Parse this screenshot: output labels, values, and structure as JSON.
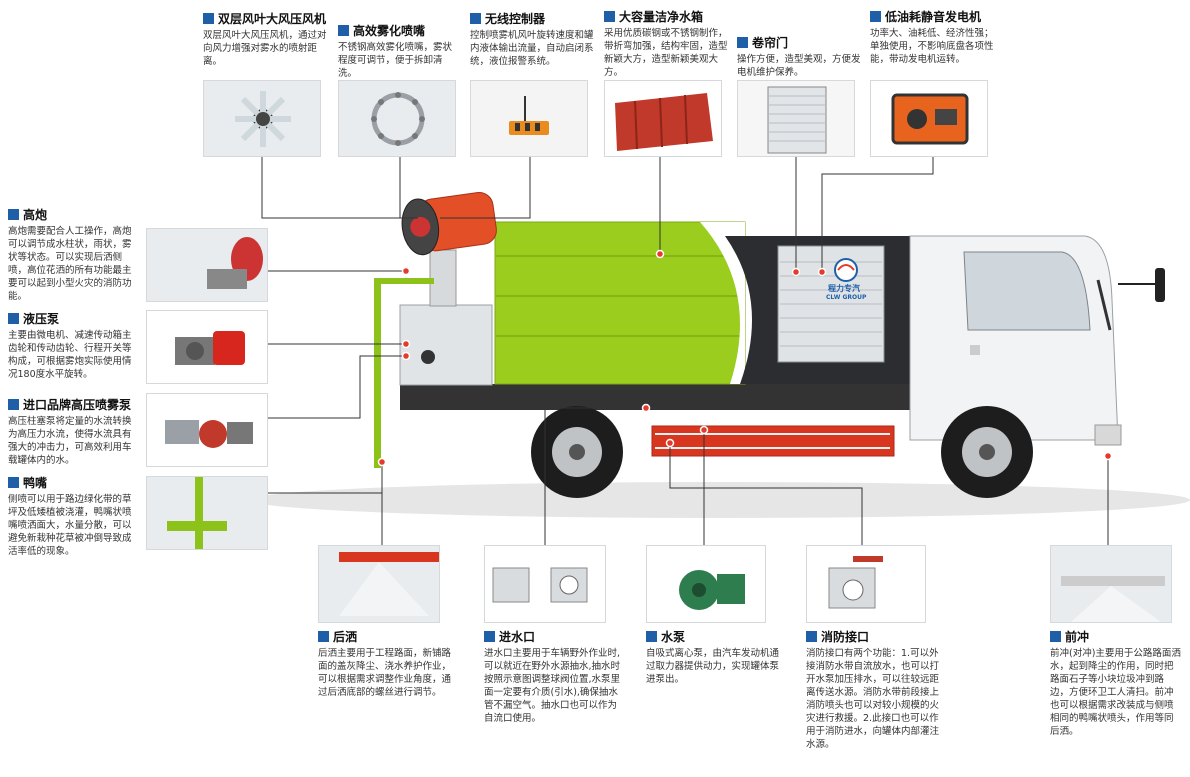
{
  "callouts": {
    "fan": {
      "title": "双层风叶大风压风机",
      "desc": "双层风叶大风压风机，通过对向风力增强对雾水的喷射距离。"
    },
    "nozzle": {
      "title": "高效雾化喷嘴",
      "desc": "不锈钢高效雾化喷嘴，雾状程度可调节，便于拆卸清洗。"
    },
    "wireless": {
      "title": "无线控制器",
      "desc": "控制喷雾机风叶旋转速度和罐内液体输出流量，自动启闭系统，液位报警系统。"
    },
    "tank": {
      "title": "大容量洁净水箱",
      "desc": "采用优质碳钢或不锈钢制作，带折弯加强，结构牢固，造型新颖大方，造型新颖美观大方。"
    },
    "shutter": {
      "title": "卷帘门",
      "desc": "操作方便，造型美观，方便发电机维护保养。"
    },
    "generator": {
      "title": "低油耗静音发电机",
      "desc": "功率大、油耗低、经济性强；单独使用，不影响底盘各项性能，带动发电机运转。"
    },
    "cannon": {
      "title": "高炮",
      "desc": "高炮需要配合人工操作，高炮可以调节成水柱状，雨状，雾状等状态。可以实现后洒侧喷，高位花洒的所有功能最主要可以起到小型火灾的消防功能。"
    },
    "hydraulic": {
      "title": "液压泵",
      "desc": "主要由微电机、减速传动箱主齿轮和传动齿轮、行程开关等构成，可根据雾炮实际使用情况180度水平旋转。"
    },
    "highpump": {
      "title": "进口品牌高压喷雾泵",
      "desc": "高压柱塞泵将定量的水流转换为高压力水流，使得水流具有强大的冲击力，可高效利用车载罐体内的水。"
    },
    "duckbill": {
      "title": "鸭嘴",
      "desc": "侧喷可以用于路边绿化带的草坪及低矮植被浇灌，鸭嘴状喷嘴喷洒面大，水量分散，可以避免新栽种花草被冲倒导致成活率低的现象。"
    },
    "rear": {
      "title": "后洒",
      "desc": "后洒主要用于工程路面，新铺路面的盖灰降尘、浇水养护作业，可以根据需求调整作业角度，通过后洒底部的螺丝进行调节。"
    },
    "inlet": {
      "title": "进水口",
      "desc": "进水口主要用于车辆野外作业时,可以就近在野外水源抽水,抽水时按照示意图调整球阀位置,水泵里面一定要有介质(引水),确保抽水管不漏空气。抽水口也可以作为自流口使用。"
    },
    "pump": {
      "title": "水泵",
      "desc": "自吸式离心泵，由汽车发动机通过取力器提供动力，实现罐体泵进泵出。"
    },
    "fire": {
      "title": "消防接口",
      "desc": "消防接口有两个功能：1.可以外接消防水带自流放水，也可以打开水泵加压排水，可以往较远距离传送水源。消防水带前段接上消防喷头也可以对较小规模的火灾进行救援。2.此接口也可以作用于消防进水，向罐体内部灌注水源。"
    },
    "front": {
      "title": "前冲",
      "desc": "前冲(对冲)主要用于公路路面洒水，起到降尘的作用，同时把路面石子等小块垃圾冲到路边，方便环卫工人清扫。前冲也可以根据需求改装成与侧喷相同的鸭嘴状喷头，作用等同后洒。"
    }
  },
  "truck": {
    "logo_text": "程力专汽",
    "logo_sub": "CLW GROUP"
  },
  "colors": {
    "accent": "#1f5fa8",
    "tank_green": "#9acd1e",
    "marker_red": "#e53b2c",
    "chassis_red": "#d9361f"
  }
}
